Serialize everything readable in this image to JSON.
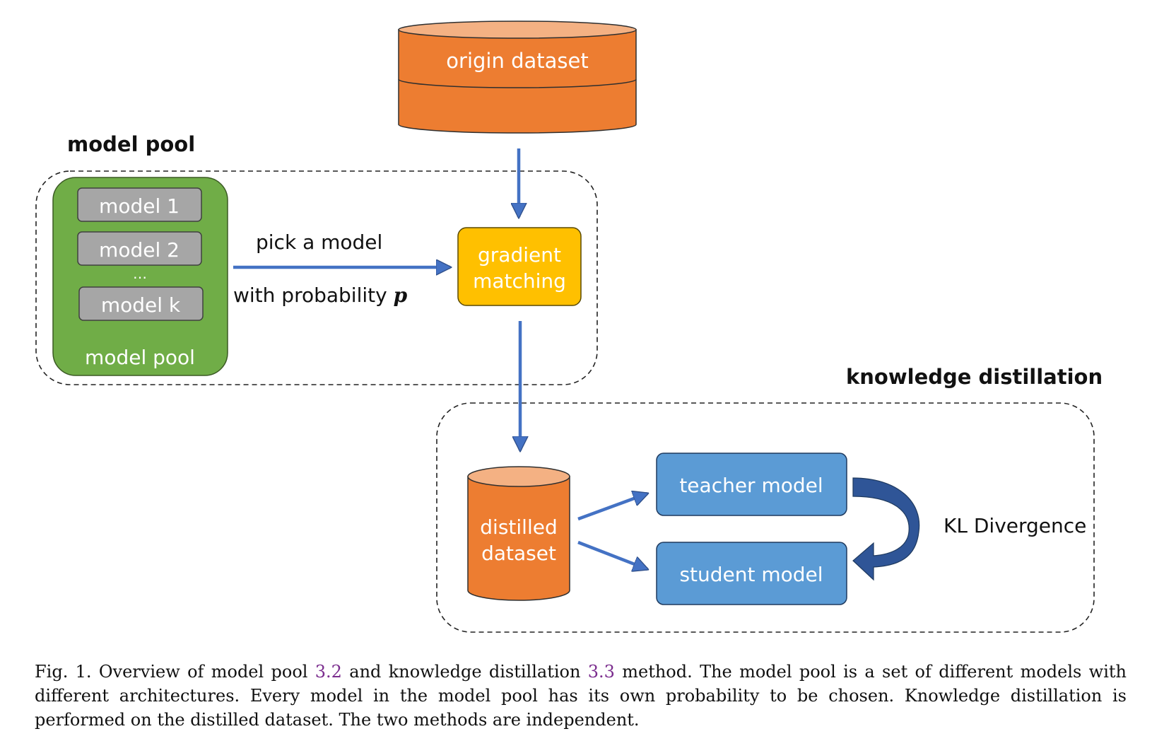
{
  "colors": {
    "orange": "#ed7d31",
    "orange_top": "#f4b183",
    "green": "#70ad47",
    "gray": "#a6a6a6",
    "yellow": "#ffc000",
    "blue_box": "#5b9bd5",
    "arrow_blue": "#4472c4",
    "curved_arrow": "#2f5597",
    "reference_purple": "#7b2d8e"
  },
  "diagram": {
    "origin_dataset": "origin dataset",
    "model_pool_section_title": "model pool",
    "model_pool_items": [
      "model 1",
      "model 2",
      "…",
      "model k"
    ],
    "model_pool_box_label": "model pool",
    "pick_label_1": "pick a model",
    "pick_label_2": "with probability",
    "pick_label_var": "p",
    "gradient_matching_1": "gradient",
    "gradient_matching_2": "matching",
    "kd_section_title": "knowledge distillation",
    "distilled_dataset_1": "distilled",
    "distilled_dataset_2": "dataset",
    "teacher_model": "teacher model",
    "student_model": "student model",
    "kl_divergence": "KL Divergence"
  },
  "caption": {
    "prefix": "Fig. 1.  Overview of model pool ",
    "ref1": "3.2",
    "middle": " and knowledge distillation ",
    "ref2": "3.3",
    "suffix": " method. The model pool is a set of different models with different architectures. Every model in the model pool has its own probability to be chosen. Knowledge distillation is performed on the distilled dataset. The two methods are independent."
  }
}
